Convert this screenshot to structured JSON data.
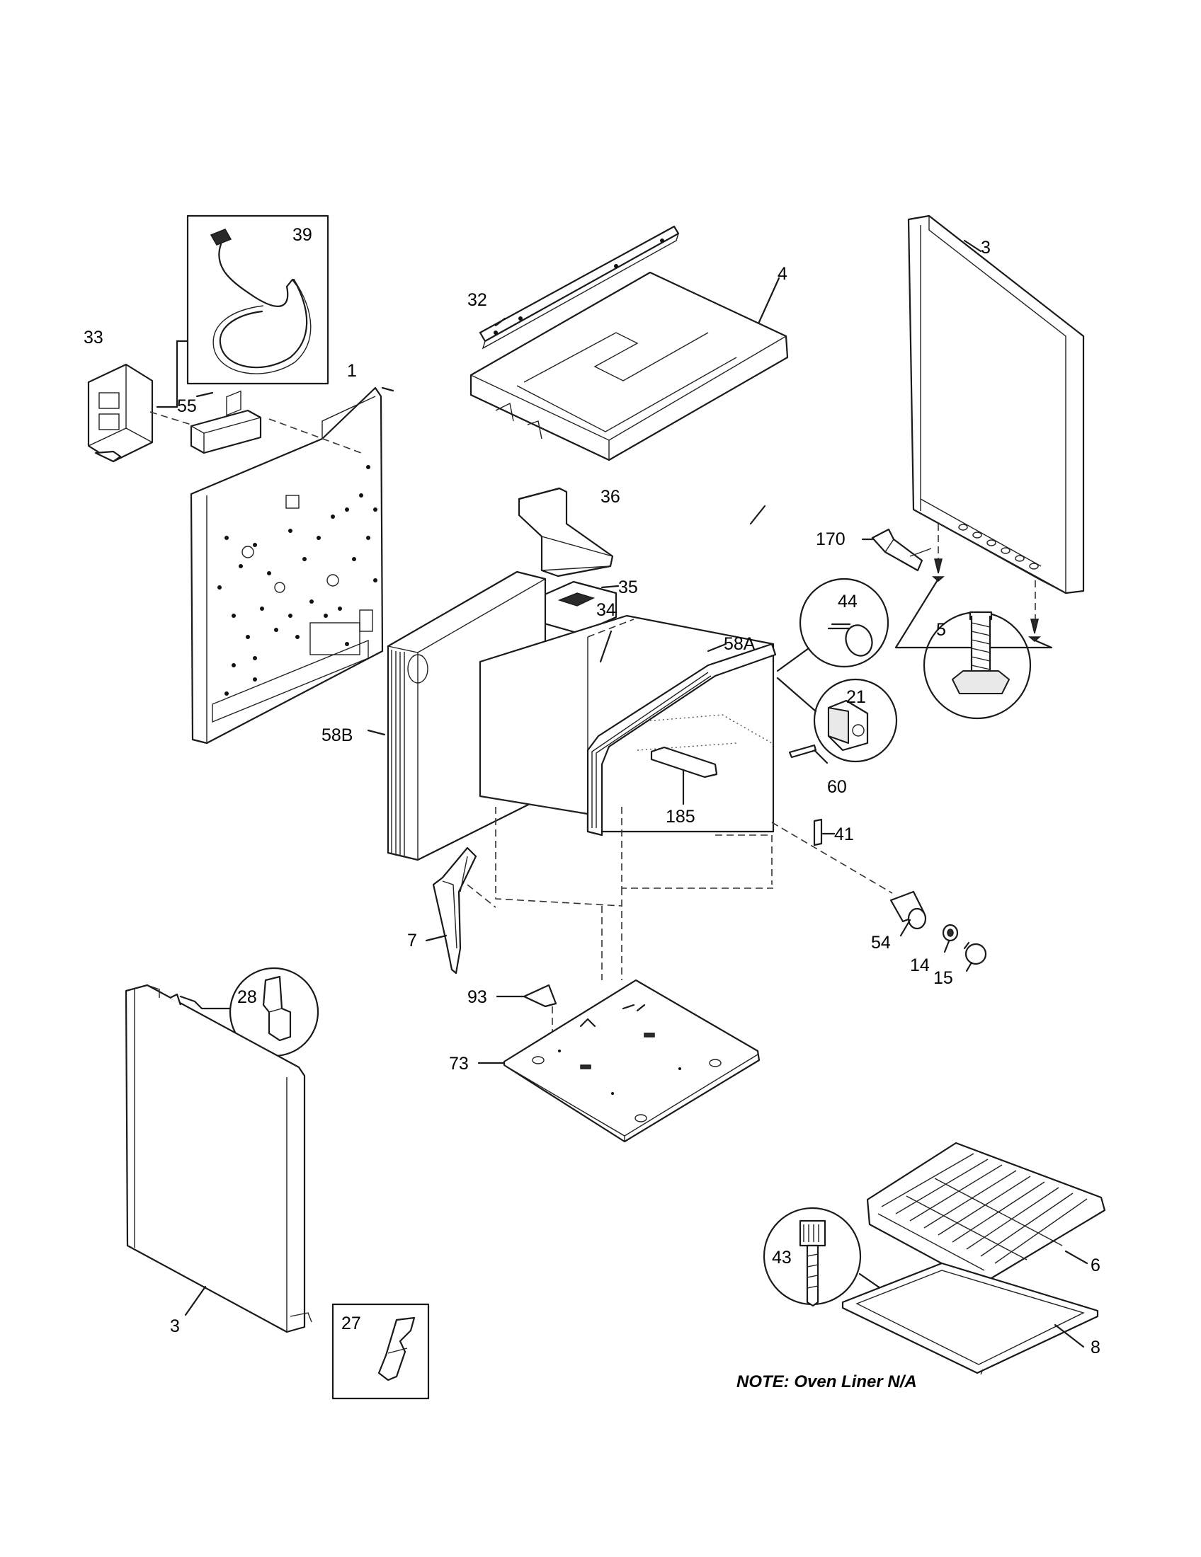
{
  "labels": {
    "p39": "39",
    "p33": "33",
    "p55": "55",
    "p1": "1",
    "p32": "32",
    "p4": "4",
    "p3_top": "3",
    "p36": "36",
    "p170": "170",
    "p35": "35",
    "p34": "34",
    "p44": "44",
    "p58a": "58A",
    "p5": "5",
    "p21": "21",
    "p58b": "58B",
    "p60": "60",
    "p185": "185",
    "p41": "41",
    "p7": "7",
    "p54": "54",
    "p14": "14",
    "p15": "15",
    "p28": "28",
    "p93": "93",
    "p73": "73",
    "p6": "6",
    "p43": "43",
    "p3_bottom": "3",
    "p27": "27",
    "p8": "8"
  },
  "note": "NOTE: Oven Liner N/A"
}
